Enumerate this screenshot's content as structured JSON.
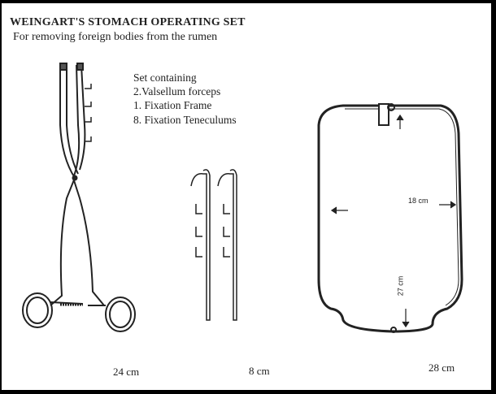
{
  "title": "WEINGART'S STOMACH OPERATING SET",
  "subtitle": "For removing foreign bodies from the rumen",
  "set_contents": {
    "heading": "Set containing",
    "items": [
      "2.Valsellum forceps",
      "1.  Fixation Frame",
      "8.  Fixation Teneculums"
    ]
  },
  "instruments": [
    {
      "name": "Valsellum forceps",
      "size_label": "24 cm"
    },
    {
      "name": "Fixation Teneculums",
      "size_label": "8 cm"
    },
    {
      "name": "Fixation Frame",
      "size_label": "28 cm",
      "width_label": "18 cm",
      "height_label": "27 cm"
    }
  ]
}
